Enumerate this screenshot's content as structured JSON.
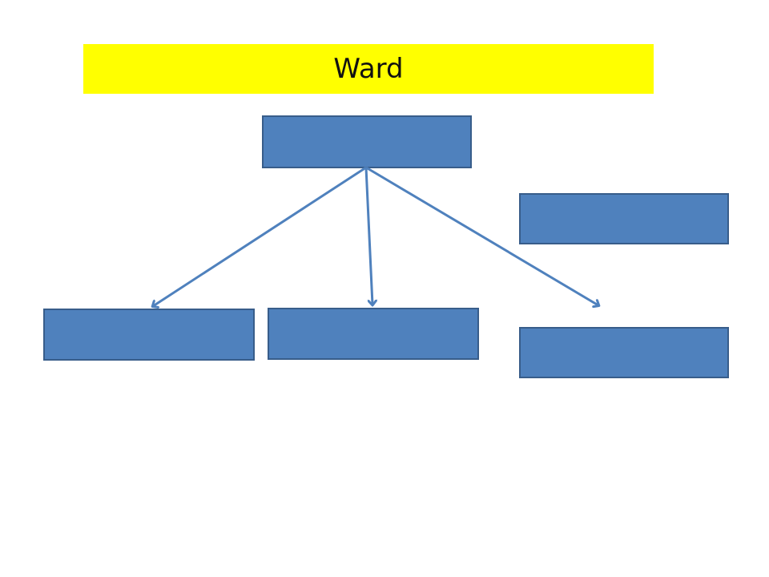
{
  "title": {
    "text": "Ward"
  },
  "colors": {
    "title_background": "#ffff00",
    "box_fill": "#4f81bd",
    "box_border": "#385d8a",
    "arrow": "#4f81bd",
    "page_background": "#ffffff"
  },
  "diagram": {
    "boxes": [
      {
        "id": "root",
        "label": ""
      },
      {
        "id": "right-upper",
        "label": ""
      },
      {
        "id": "left-child",
        "label": ""
      },
      {
        "id": "middle-child",
        "label": ""
      },
      {
        "id": "right-lower",
        "label": ""
      }
    ],
    "edges": [
      {
        "from": "root",
        "to": "left-child"
      },
      {
        "from": "root",
        "to": "middle-child"
      },
      {
        "from": "root",
        "to": "right-lower"
      }
    ]
  }
}
